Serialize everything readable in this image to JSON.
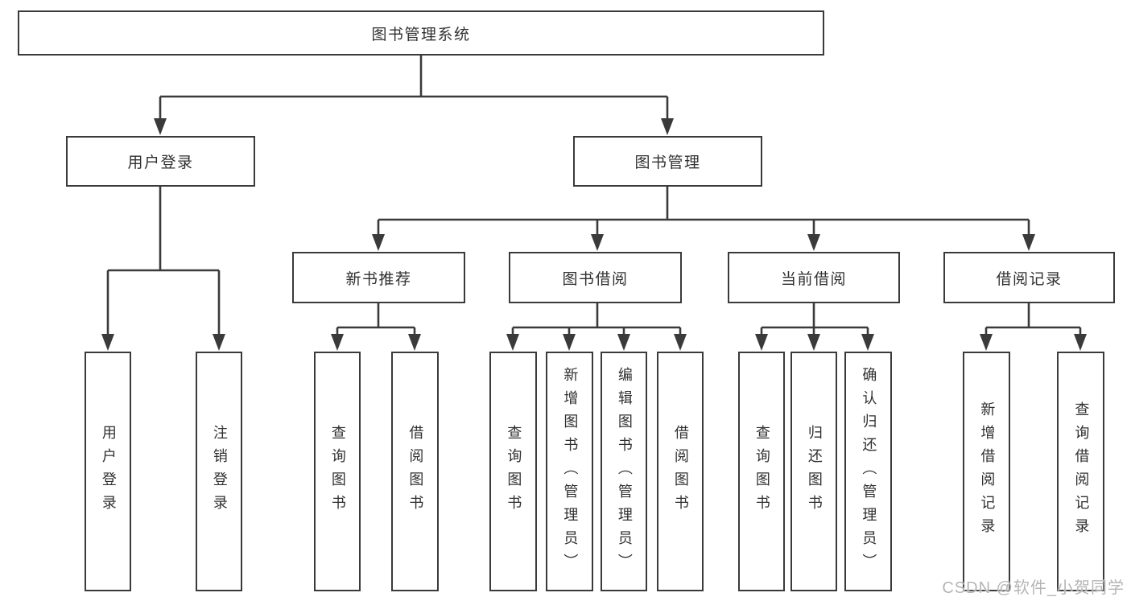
{
  "root": {
    "label": "图书管理系统"
  },
  "level2": [
    {
      "label": "用户登录"
    },
    {
      "label": "图书管理"
    }
  ],
  "level3": [
    {
      "label": "新书推荐"
    },
    {
      "label": "图书借阅"
    },
    {
      "label": "当前借阅"
    },
    {
      "label": "借阅记录"
    }
  ],
  "leaves": [
    {
      "label": "用户登录"
    },
    {
      "label": "注销登录"
    },
    {
      "label": "查询图书"
    },
    {
      "label": "借阅图书"
    },
    {
      "label": "查询图书"
    },
    {
      "label": "新增图书（管理员）"
    },
    {
      "label": "编辑图书（管理员）"
    },
    {
      "label": "借阅图书"
    },
    {
      "label": "查询图书"
    },
    {
      "label": "归还图书"
    },
    {
      "label": "确认归还（管理员）"
    },
    {
      "label": "新增借阅记录"
    },
    {
      "label": "查询借阅记录"
    }
  ],
  "watermark": {
    "text": "CSDN @软件_小贺同学"
  },
  "colors": {
    "line": "#3a3a3a",
    "border": "#3a3a3a",
    "text": "#303030",
    "background": "#ffffff",
    "watermark": "#b5b5b5"
  }
}
